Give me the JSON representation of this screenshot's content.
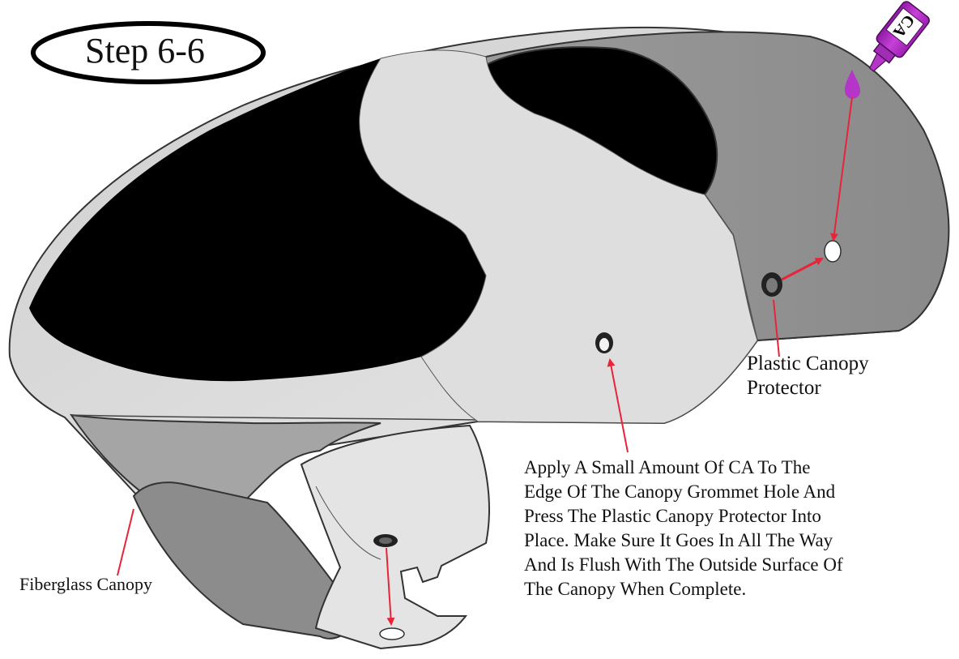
{
  "step_badge": {
    "text": "Step 6-6"
  },
  "bottle": {
    "label": "CA",
    "color": "#b026c4"
  },
  "labels": {
    "plastic_canopy_protector": [
      "Plastic Canopy",
      "Protector"
    ],
    "fiberglass_canopy": "Fiberglass Canopy"
  },
  "instruction_lines": [
    "Apply A Small Amount Of CA To The",
    "Edge Of The Canopy Grommet Hole And",
    "Press The Plastic Canopy Protector Into",
    "Place. Make Sure It Goes In All The Way",
    "And Is Flush With The Outside Surface Of",
    "The Canopy When Complete."
  ],
  "colors": {
    "arrow": "#e8243a",
    "canopy_light": "#dcdcdc",
    "canopy_dark": "#8f8f8f",
    "window": "#000000"
  }
}
